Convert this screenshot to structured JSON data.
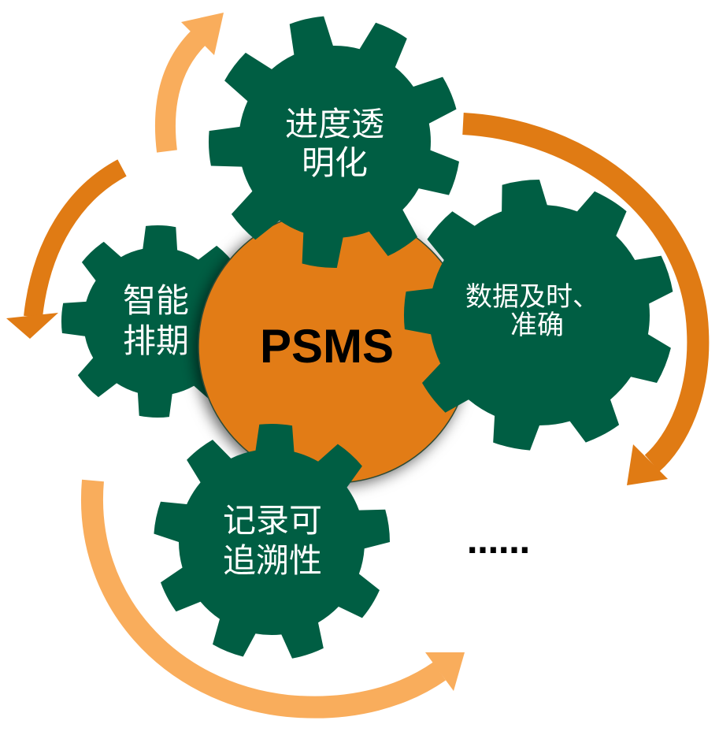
{
  "diagram": {
    "center_label": "PSMS",
    "gears": {
      "top": {
        "lines": [
          "进度透",
          "明化"
        ]
      },
      "right": {
        "lines": [
          "数据及时、",
          "准确"
        ]
      },
      "left": {
        "lines": [
          "智能",
          "排期"
        ]
      },
      "bottom": {
        "lines": [
          "记录可",
          "追溯性"
        ]
      }
    },
    "ellipsis": "……"
  },
  "colors": {
    "gear": "#005E43",
    "core": "#E27B12",
    "core_outline": "#2F4A35",
    "arrow_dark": "#E07B14",
    "arrow_light": "#F9AD5C",
    "text_light": "#FFFFFF",
    "text_dark": "#000000"
  }
}
